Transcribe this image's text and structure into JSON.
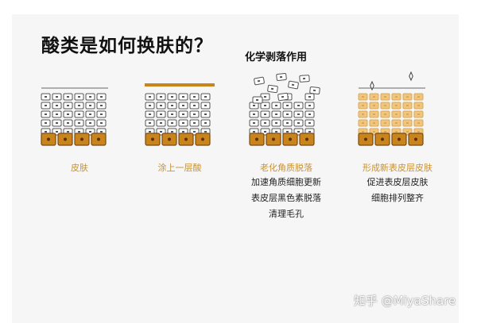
{
  "title": "酸类是如何换肤的？",
  "subtitle": "化学剥落作用",
  "stages": [
    {
      "label": "皮肤",
      "description": []
    },
    {
      "label": "涂上一层酸",
      "description": []
    },
    {
      "label": "老化角质脱落",
      "description": [
        "加速角质细胞更新",
        "表皮层黑色素脱落",
        "清理毛孔"
      ]
    },
    {
      "label": "形成新表皮层皮肤",
      "description": [
        "促进表皮层皮肤",
        "细胞排列整齐"
      ]
    }
  ],
  "watermark": "知乎 @MiyaShare",
  "colors": {
    "accent": "#c9841c",
    "label": "#c79236",
    "cell_border": "#555555",
    "new_skin": "#f2c57c"
  },
  "icons": [
    "sparkle-icon"
  ]
}
